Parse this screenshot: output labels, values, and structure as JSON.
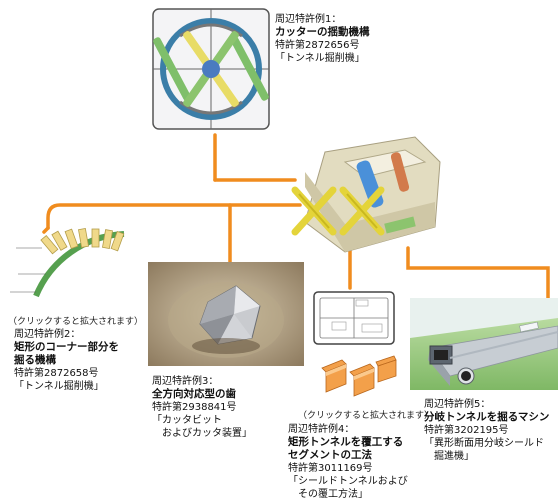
{
  "examples": [
    {
      "heading": "周辺特許例1：",
      "title": [
        "カッターの揺動機構"
      ],
      "number": "特許第2872656号",
      "name": [
        "「トンネル掘削機」"
      ]
    },
    {
      "heading": "周辺特許例2：",
      "title": [
        "矩形のコーナー部分を",
        "掘る機構"
      ],
      "number": "特許第2872658号",
      "name": [
        "「トンネル掘削機」"
      ]
    },
    {
      "heading": "周辺特許例3：",
      "title": [
        "全方向対応型の歯"
      ],
      "number": "特許第2938841号",
      "name": [
        "「カッタビット",
        "　およびカッタ装置」"
      ]
    },
    {
      "heading": "周辺特許例4：",
      "title": [
        "矩形トンネルを覆工する",
        "セグメントの工法"
      ],
      "number": "特許第3011169号",
      "name": [
        "「シールドトンネルおよび",
        "　その覆工方法」"
      ]
    },
    {
      "heading": "周辺特許例5：",
      "title": [
        "分岐トンネルを掘るマシン"
      ],
      "number": "特許第3202195号",
      "name": [
        "「異形断面用分岐シールド",
        "　掘進機」"
      ]
    }
  ],
  "notes": {
    "enlarge_left": "（クリックすると拡大されます）",
    "enlarge_mid": "（クリックすると拡大されます）"
  },
  "colors": {
    "connector": "#f08c1e",
    "machine_body": "#d9d2b4",
    "cutter": "#e6d83a"
  }
}
